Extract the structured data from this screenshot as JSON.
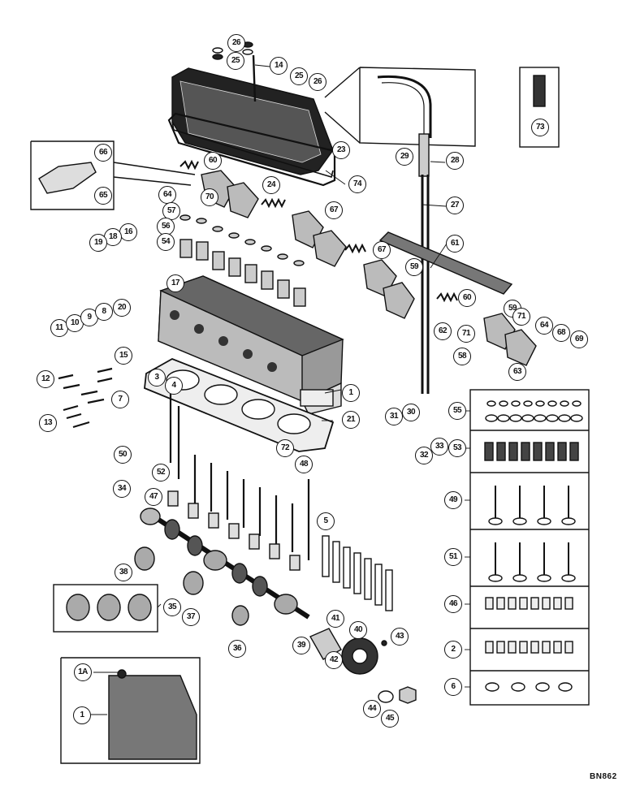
{
  "drawing_code": "BN862",
  "callouts": [
    {
      "id": "c26",
      "label": "26"
    },
    {
      "id": "c25a",
      "label": "25"
    },
    {
      "id": "c14",
      "label": "14"
    },
    {
      "id": "c25b",
      "label": "25"
    },
    {
      "id": "c26b",
      "label": "26"
    },
    {
      "id": "c73",
      "label": "73"
    },
    {
      "id": "c66",
      "label": "66"
    },
    {
      "id": "c65",
      "label": "65"
    },
    {
      "id": "c60a",
      "label": "60"
    },
    {
      "id": "c23",
      "label": "23"
    },
    {
      "id": "c29",
      "label": "29"
    },
    {
      "id": "c28",
      "label": "28"
    },
    {
      "id": "c74",
      "label": "74"
    },
    {
      "id": "c64a",
      "label": "64"
    },
    {
      "id": "c70",
      "label": "70"
    },
    {
      "id": "c24",
      "label": "24"
    },
    {
      "id": "c57",
      "label": "57"
    },
    {
      "id": "c27",
      "label": "27"
    },
    {
      "id": "c67a",
      "label": "67"
    },
    {
      "id": "c56",
      "label": "56"
    },
    {
      "id": "c54",
      "label": "54"
    },
    {
      "id": "c16",
      "label": "16"
    },
    {
      "id": "c18",
      "label": "18"
    },
    {
      "id": "c19",
      "label": "19"
    },
    {
      "id": "c61",
      "label": "61"
    },
    {
      "id": "c67b",
      "label": "67"
    },
    {
      "id": "c59a",
      "label": "59"
    },
    {
      "id": "c17",
      "label": "17"
    },
    {
      "id": "c20",
      "label": "20"
    },
    {
      "id": "c60b",
      "label": "60"
    },
    {
      "id": "c59b",
      "label": "59"
    },
    {
      "id": "c71a",
      "label": "71"
    },
    {
      "id": "c11",
      "label": "11"
    },
    {
      "id": "c10",
      "label": "10"
    },
    {
      "id": "c9",
      "label": "9"
    },
    {
      "id": "c8",
      "label": "8"
    },
    {
      "id": "c62",
      "label": "62"
    },
    {
      "id": "c71b",
      "label": "71"
    },
    {
      "id": "c64b",
      "label": "64"
    },
    {
      "id": "c68",
      "label": "68"
    },
    {
      "id": "c69",
      "label": "69"
    },
    {
      "id": "c58",
      "label": "58"
    },
    {
      "id": "c63",
      "label": "63"
    },
    {
      "id": "c15",
      "label": "15"
    },
    {
      "id": "c12",
      "label": "12"
    },
    {
      "id": "c3",
      "label": "3"
    },
    {
      "id": "c4",
      "label": "4"
    },
    {
      "id": "c1a",
      "label": "1"
    },
    {
      "id": "c7",
      "label": "7"
    },
    {
      "id": "c13",
      "label": "13"
    },
    {
      "id": "c21",
      "label": "21"
    },
    {
      "id": "c55",
      "label": "55"
    },
    {
      "id": "c31",
      "label": "31"
    },
    {
      "id": "c30",
      "label": "30"
    },
    {
      "id": "c33",
      "label": "33"
    },
    {
      "id": "c32",
      "label": "32"
    },
    {
      "id": "c53",
      "label": "53"
    },
    {
      "id": "c50",
      "label": "50"
    },
    {
      "id": "c72",
      "label": "72"
    },
    {
      "id": "c48",
      "label": "48"
    },
    {
      "id": "c52",
      "label": "52"
    },
    {
      "id": "c49",
      "label": "49"
    },
    {
      "id": "c34",
      "label": "34"
    },
    {
      "id": "c47",
      "label": "47"
    },
    {
      "id": "c5",
      "label": "5"
    },
    {
      "id": "c51",
      "label": "51"
    },
    {
      "id": "c38",
      "label": "38"
    },
    {
      "id": "c46",
      "label": "46"
    },
    {
      "id": "c35",
      "label": "35"
    },
    {
      "id": "c37",
      "label": "37"
    },
    {
      "id": "c41",
      "label": "41"
    },
    {
      "id": "c40",
      "label": "40"
    },
    {
      "id": "c39",
      "label": "39"
    },
    {
      "id": "c36",
      "label": "36"
    },
    {
      "id": "c43",
      "label": "43"
    },
    {
      "id": "c2",
      "label": "2"
    },
    {
      "id": "c42",
      "label": "42"
    },
    {
      "id": "c1A",
      "label": "1A"
    },
    {
      "id": "c44",
      "label": "44"
    },
    {
      "id": "c45",
      "label": "45"
    },
    {
      "id": "c6",
      "label": "6"
    },
    {
      "id": "c1b",
      "label": "1"
    }
  ]
}
